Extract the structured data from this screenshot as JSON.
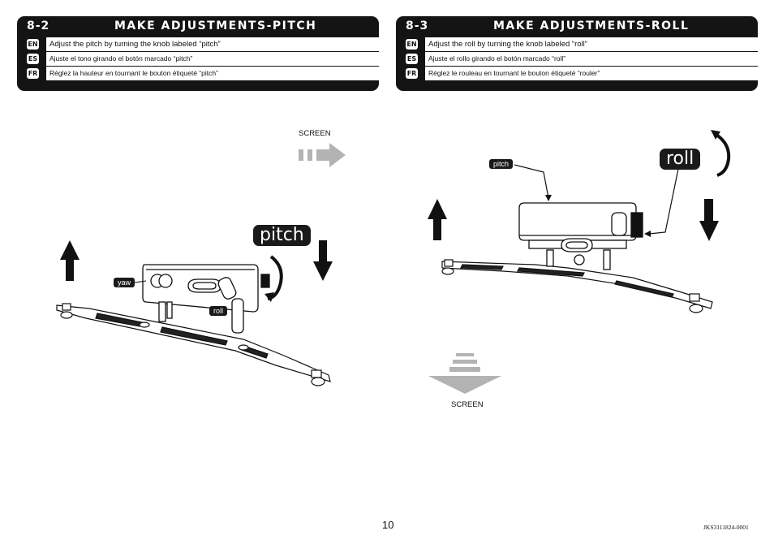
{
  "left_panel": {
    "step": "8-2",
    "title": "MAKE ADJUSTMENTS-PITCH",
    "rows": [
      {
        "lang": "EN",
        "text": "Adjust the pitch by turning the knob labeled “pitch”"
      },
      {
        "lang": "ES",
        "text": "Ajuste el tono girando el botón marcado “pitch”"
      },
      {
        "lang": "FR",
        "text": "Réglez la hauteur en tournant le bouton étiqueté “pitch”"
      }
    ]
  },
  "right_panel": {
    "step": "8-3",
    "title": "MAKE ADJUSTMENTS-ROLL",
    "rows": [
      {
        "lang": "EN",
        "text": "Adjust the roll by turning the knob labeled “roll”"
      },
      {
        "lang": "ES",
        "text": "Ajuste el rollo girando el botón marcado “roll”"
      },
      {
        "lang": "FR",
        "text": "Réglez le rouleau en tournant le bouton étiqueté “rouler”"
      }
    ]
  },
  "left_figure": {
    "screen_label": "SCREEN",
    "big_label": "pitch",
    "yaw_label": "yaw",
    "roll_label": "roll"
  },
  "right_figure": {
    "big_label": "roll",
    "pitch_label": "pitch",
    "screen_label": "SCREEN"
  },
  "footer": {
    "page_number": "10",
    "doc_code": "JKS3111824-0001"
  }
}
